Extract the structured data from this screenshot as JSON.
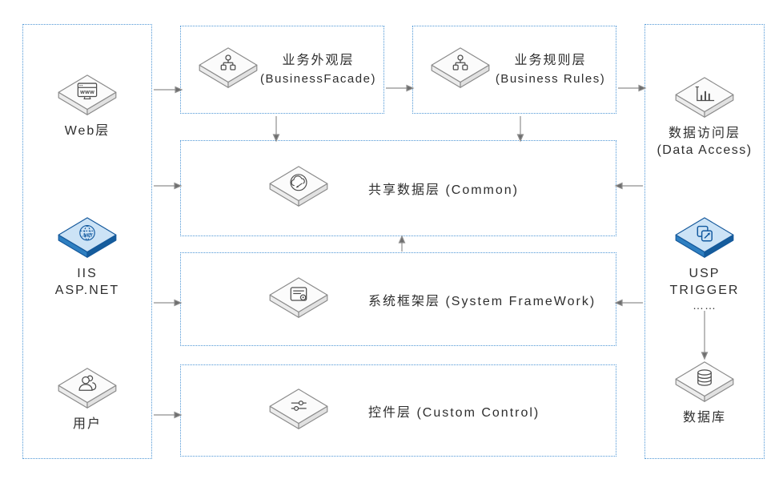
{
  "colors": {
    "border_blue": "#4f97d6",
    "arrow_gray": "#8f8f8f",
    "icon_outline_gray": "#7a7a7a",
    "icon_blue_light": "#cce3f6",
    "icon_blue_dark": "#155c9c",
    "text": "#2e2e2e"
  },
  "left_column": {
    "web": {
      "icon": "browser-www-icon",
      "label": "Web层"
    },
    "iis": {
      "icon": "dotnet-globe-icon",
      "line1": "IIS",
      "line2": "ASP.NET"
    },
    "user": {
      "icon": "user-icon",
      "label": "用户"
    }
  },
  "layers": {
    "facade": {
      "icon": "hierarchy-icon",
      "title_zh": "业务外观层",
      "title_en": "(BusinessFacade)"
    },
    "rules": {
      "icon": "hierarchy-icon",
      "title_zh": "业务规则层",
      "title_en": "(Business Rules)"
    },
    "common": {
      "icon": "cloud-share-icon",
      "label": "共享数据层 (Common)"
    },
    "framework": {
      "icon": "form-icon",
      "label": "系统框架层 (System FrameWork)"
    },
    "control": {
      "icon": "sliders-icon",
      "label": "控件层 (Custom Control)"
    }
  },
  "right_column": {
    "data_access": {
      "icon": "bar-chart-icon",
      "label_zh": "数据访问层",
      "label_en": "(Data Access)"
    },
    "usp_trigger": {
      "icon": "pages-icon",
      "line1": "USP",
      "line2": "TRIGGER",
      "line3": "……"
    },
    "database": {
      "icon": "database-icon",
      "label": "数据库"
    }
  }
}
